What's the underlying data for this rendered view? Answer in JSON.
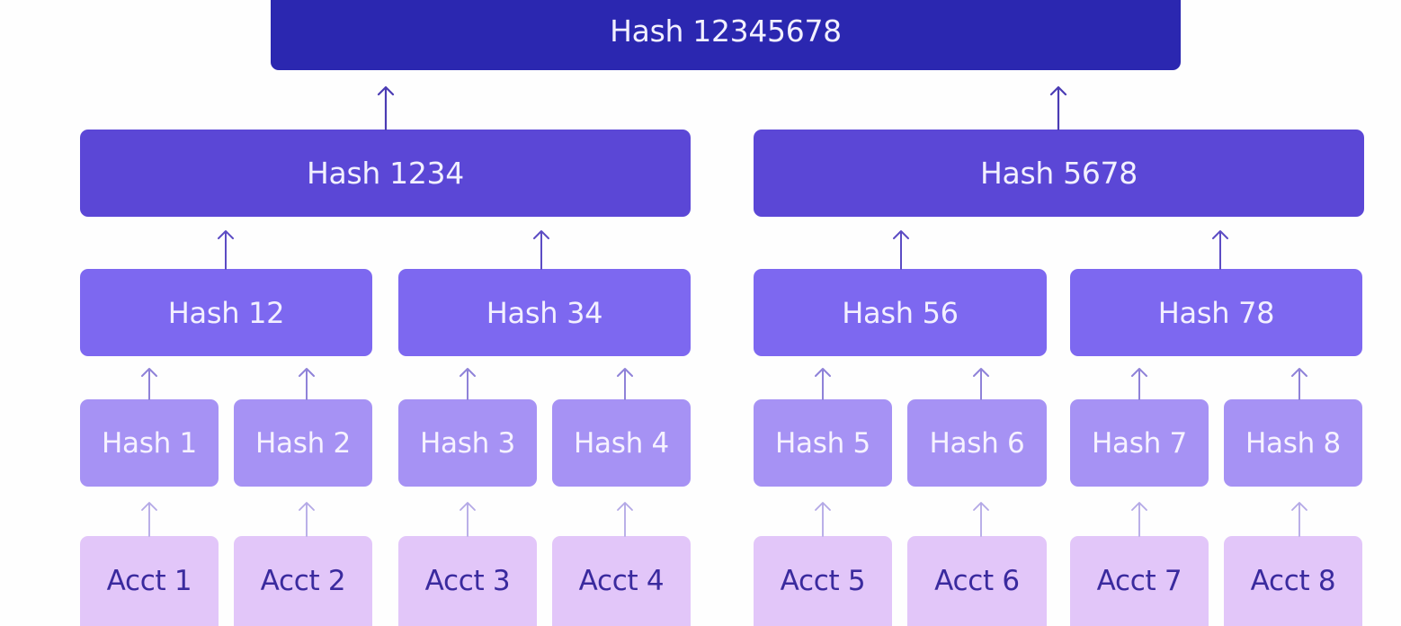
{
  "diagram": {
    "type": "merkle-tree",
    "root": {
      "label": "Hash 12345678"
    },
    "level1": [
      {
        "label": "Hash 1234"
      },
      {
        "label": "Hash 5678"
      }
    ],
    "level2": [
      {
        "label": "Hash 12"
      },
      {
        "label": "Hash 34"
      },
      {
        "label": "Hash 56"
      },
      {
        "label": "Hash 78"
      }
    ],
    "level3": [
      {
        "label": "Hash 1"
      },
      {
        "label": "Hash 2"
      },
      {
        "label": "Hash 3"
      },
      {
        "label": "Hash 4"
      },
      {
        "label": "Hash 5"
      },
      {
        "label": "Hash 6"
      },
      {
        "label": "Hash 7"
      },
      {
        "label": "Hash 8"
      }
    ],
    "accounts": [
      {
        "label": "Acct 1"
      },
      {
        "label": "Acct 2"
      },
      {
        "label": "Acct 3"
      },
      {
        "label": "Acct 4"
      },
      {
        "label": "Acct 5"
      },
      {
        "label": "Acct 6"
      },
      {
        "label": "Acct 7"
      },
      {
        "label": "Acct 8"
      }
    ],
    "colors": {
      "root": "#2b27b0",
      "level1": "#5b47d6",
      "level2": "#7d68f0",
      "level3": "#a692f4",
      "accounts": "#e2c6f9",
      "account_text": "#3a2a9e",
      "arrow_dark": "#4b3cb4",
      "arrow_light": "#a99de2"
    }
  }
}
